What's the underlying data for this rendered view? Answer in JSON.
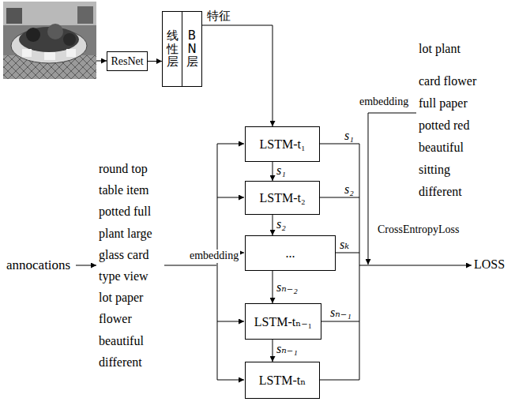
{
  "diagram": {
    "nodes": [
      {
        "text": [
          "ResNet"
        ]
      },
      {
        "text": [
          "线性层"
        ]
      },
      {
        "text": [
          "BN层"
        ]
      },
      {
        "text": [
          "LSTM-t₁"
        ]
      },
      {
        "text": [
          "LSTM-t₂"
        ]
      },
      {
        "text": [
          "..."
        ]
      },
      {
        "text": [
          "LSTM-tₙ₋₁"
        ]
      },
      {
        "text": [
          "LSTM-tₙ"
        ]
      }
    ],
    "edges": [
      {
        "from": 0,
        "to": 1,
        "arrow": "to"
      },
      {
        "from": 2,
        "to": 3,
        "arrow": "to",
        "label": "特征"
      },
      {
        "from": 3,
        "to": 4,
        "arrow": "to",
        "label": "s₁"
      },
      {
        "from": 4,
        "to": 5,
        "arrow": "to",
        "label": "s₂"
      },
      {
        "from": 5,
        "to": 6,
        "arrow": "to",
        "label": "sₙ₋₂"
      },
      {
        "from": 6,
        "to": 7,
        "arrow": "to",
        "label": "sₙ₋₁"
      }
    ],
    "labels": [
      "lot plant",
      "card flower full paper potted red beautiful sitting different",
      "embedding",
      "annocations",
      "round top table item potted full plant large glass card type view lot paper flower beautiful different",
      "embedding",
      "s₁",
      "s₂",
      "sₖ",
      "sₙ₋₁",
      "CrossEntropyLoss",
      "LOSS"
    ]
  }
}
